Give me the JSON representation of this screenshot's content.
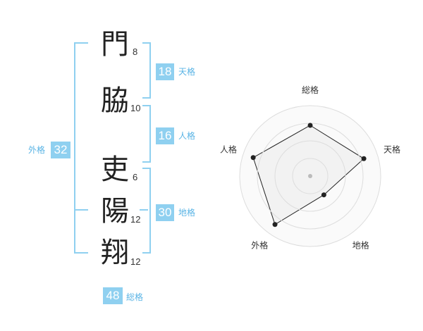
{
  "name": {
    "characters": [
      {
        "char": "門",
        "strokes": "8"
      },
      {
        "char": "脇",
        "strokes": "10"
      },
      {
        "char": "吏",
        "strokes": "6"
      },
      {
        "char": "陽",
        "strokes": "12"
      },
      {
        "char": "翔",
        "strokes": "12"
      }
    ]
  },
  "fortunes": {
    "tenkaku": {
      "value": "18",
      "label": "天格"
    },
    "jinkaku": {
      "value": "16",
      "label": "人格"
    },
    "chikaku": {
      "value": "30",
      "label": "地格"
    },
    "gaikaku": {
      "value": "32",
      "label": "外格"
    },
    "soukaku": {
      "value": "48",
      "label": "総格"
    }
  },
  "chart_data": {
    "type": "radar",
    "axes": [
      "総格",
      "天格",
      "地格",
      "外格",
      "人格"
    ],
    "values": [
      0.72,
      0.8,
      0.33,
      0.85,
      0.85
    ],
    "rings": 4,
    "colors": {
      "fill": "#f0f0f0",
      "line": "#222222",
      "grid": "#dddddd",
      "center": "#bbbbbb"
    }
  }
}
